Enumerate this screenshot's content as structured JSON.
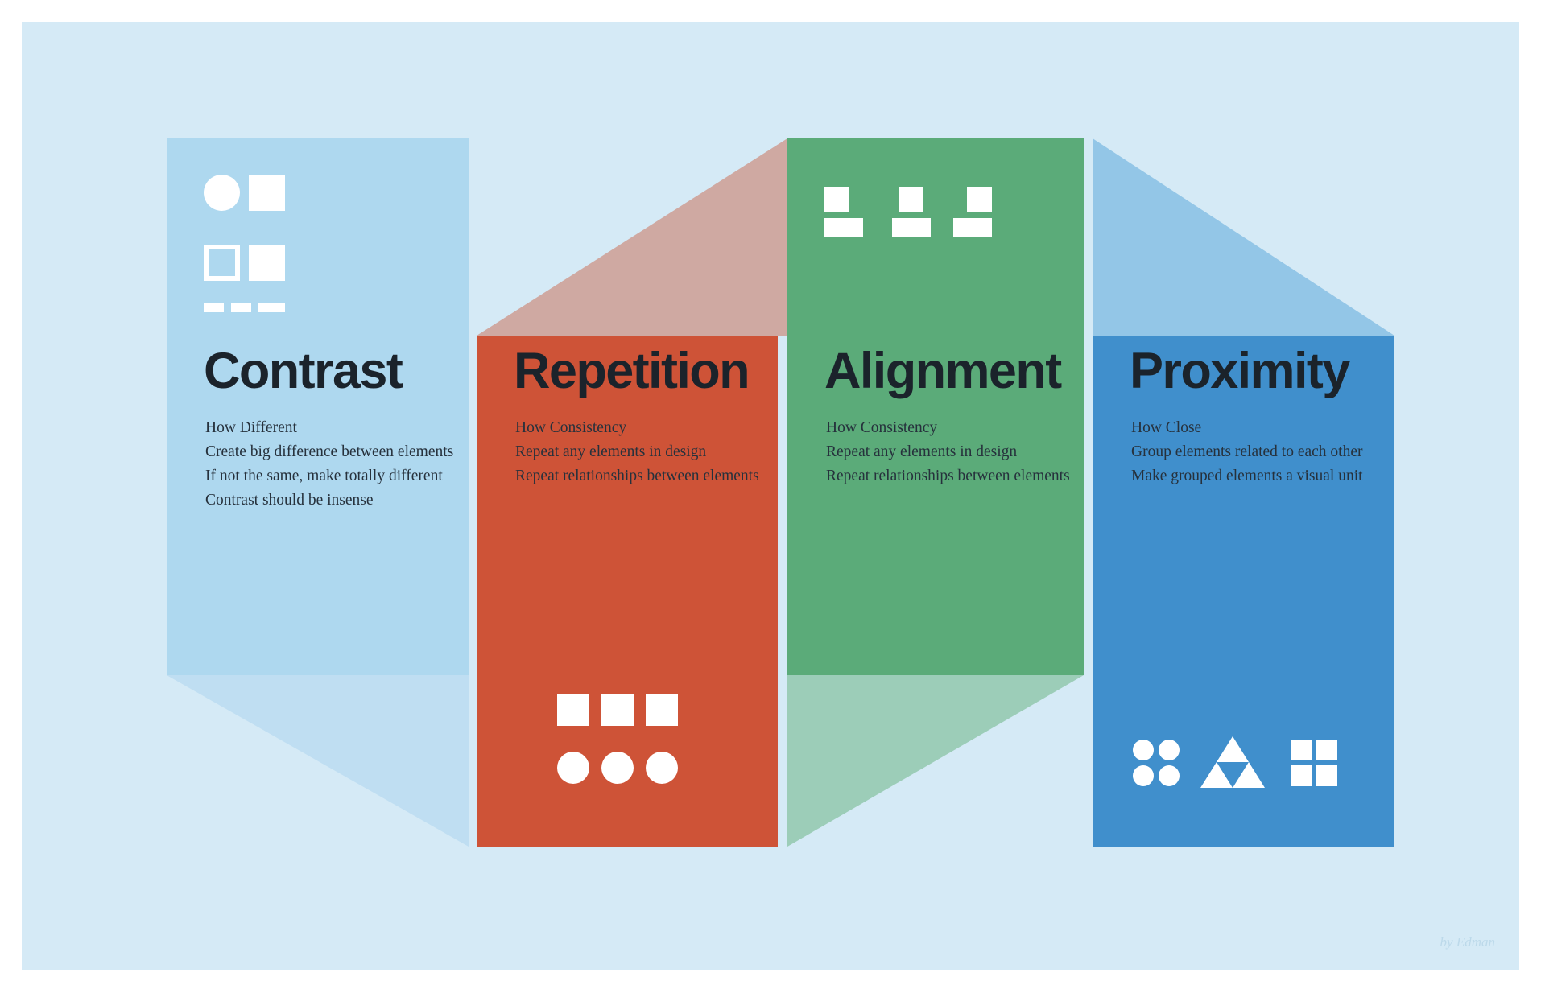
{
  "poster": {
    "background_color": "#d5eaf6",
    "credit": "by Edman"
  },
  "panels": [
    {
      "id": "contrast",
      "title": "Contrast",
      "background_color": "#aed8ef",
      "lines": [
        "How Different",
        "Create big difference between elements",
        "If not the same, make totally different",
        "Contrast should be insense"
      ],
      "icon_position": "top",
      "icons": [
        "filled-circle",
        "filled-square",
        "outlined-square",
        "filled-square",
        "short-dash",
        "short-dash",
        "wide-dash"
      ]
    },
    {
      "id": "repetition",
      "title": "Repetition",
      "background_color": "#ce5337",
      "lines": [
        "How Consistency",
        "Repeat any elements in design",
        "Repeat relationships between elements"
      ],
      "icon_position": "bottom",
      "icons": [
        "square",
        "square",
        "square",
        "circle",
        "circle",
        "circle"
      ]
    },
    {
      "id": "alignment",
      "title": "Alignment",
      "background_color": "#5bab79",
      "lines": [
        "How Consistency",
        "Repeat any elements in design",
        "Repeat relationships between elements"
      ],
      "icon_position": "top",
      "icons": [
        "square-over-rectangle-left",
        "square-over-rectangle-center",
        "square-over-rectangle-right"
      ]
    },
    {
      "id": "proximity",
      "title": "Proximity",
      "background_color": "#408fcc",
      "lines": [
        "How Close",
        "Group elements related to each other",
        "Make grouped elements a visual unit"
      ],
      "icon_position": "bottom",
      "icons": [
        "circle-cluster-2x2",
        "triangle-cluster",
        "square-grid-2x2"
      ]
    }
  ],
  "shadows": [
    {
      "name": "contrast-shadow",
      "color": "#bfdef2"
    },
    {
      "name": "repetition-shadow",
      "color": "#cfa9a2"
    },
    {
      "name": "alignment-shadow",
      "color": "#9ccdb8"
    },
    {
      "name": "proximity-shadow",
      "color": "#93c6e7"
    }
  ]
}
